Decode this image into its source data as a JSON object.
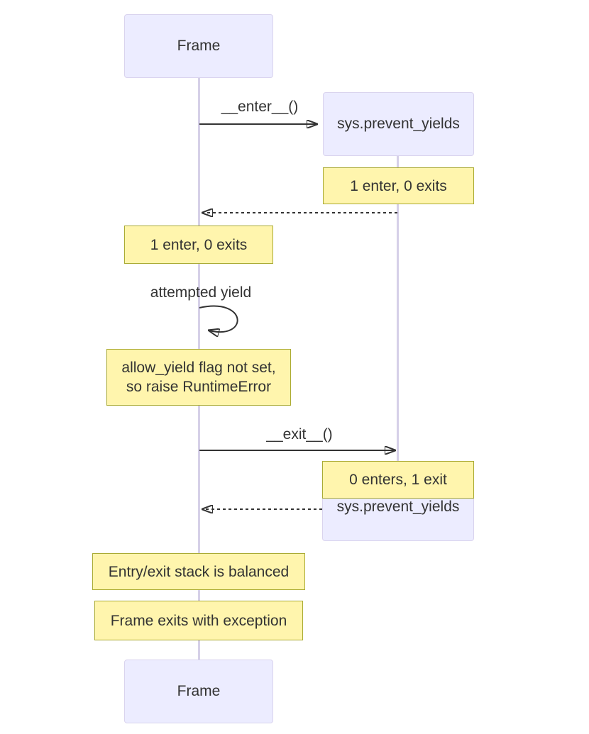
{
  "diagram": {
    "type_label": "sequence-diagram",
    "actors": {
      "frame_top": "Frame",
      "sys_top": "sys.prevent_yields",
      "sys_bottom": "sys.prevent_yields",
      "frame_bottom": "Frame"
    },
    "messages": {
      "enter": "__enter__()",
      "attempted_yield": "attempted yield",
      "exit": "__exit__()"
    },
    "notes": {
      "sys_enter": "1 enter, 0 exits",
      "frame_enter": "1 enter, 0 exits",
      "runtime_line1": "allow_yield flag not set,",
      "runtime_line2": "so raise RuntimeError",
      "sys_exit": "0 enters, 1 exit",
      "balanced": "Entry/exit stack is balanced",
      "exception": "Frame exits with exception"
    }
  },
  "colors": {
    "actor_fill": "#ECECFF",
    "actor_border": "#d9d3ee",
    "note_fill": "#fff5ad",
    "note_border": "#aaaa33",
    "line": "#333333",
    "lifeline": "#d6d0e8",
    "text": "#333333"
  }
}
